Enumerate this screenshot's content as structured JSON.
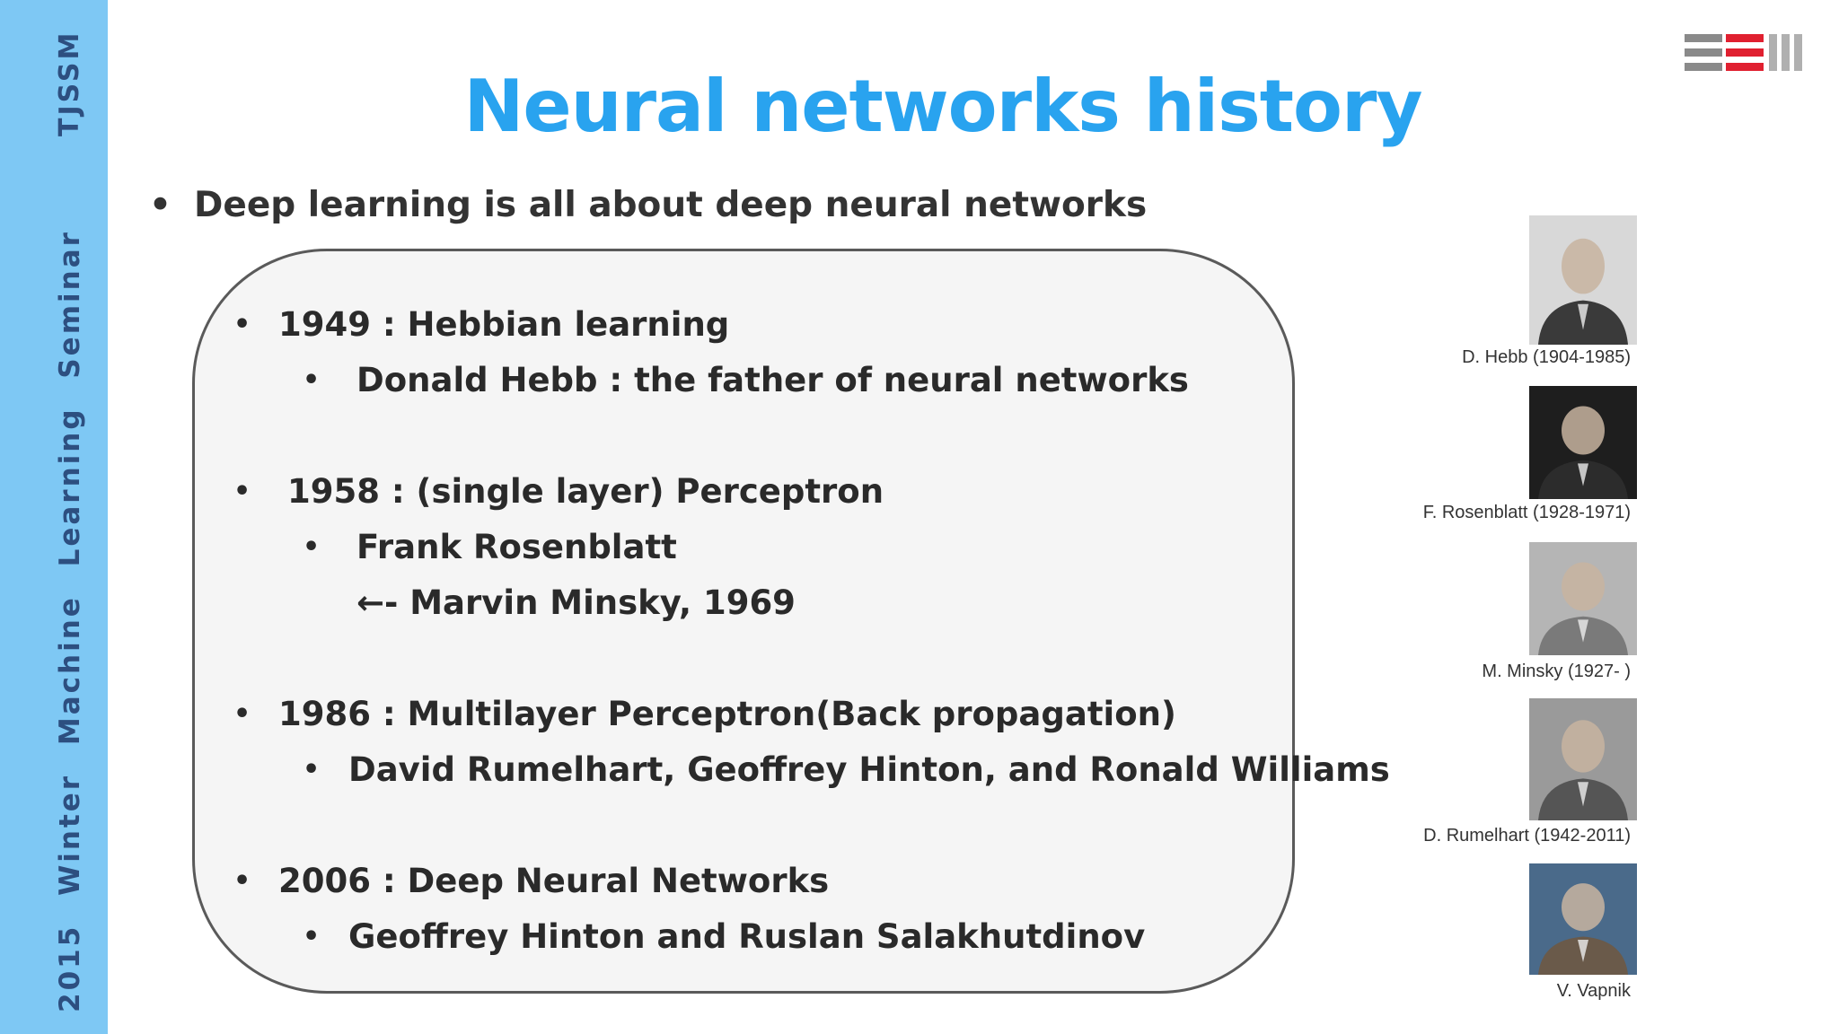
{
  "sidebar": {
    "brand": "TJSSM",
    "seminar": "2015 Winter Machine Learning Seminar"
  },
  "logo": {
    "icon": "seminar-logo-icon",
    "colors": [
      "#8a8a8a",
      "#e02030",
      "#b0b0b0"
    ]
  },
  "slide": {
    "title": "Neural networks history",
    "main_bullet": "Deep learning is all about deep neural networks",
    "timeline": [
      {
        "text": "1949 : Hebbian learning",
        "level": 1
      },
      {
        "text": "Donald Hebb : the father of neural networks",
        "level": 2
      },
      {
        "text": "1958 : (single layer) Perceptron",
        "level": 1
      },
      {
        "text": "Frank Rosenblatt",
        "level": 2
      },
      {
        "text": "←- Marvin Minsky, 1969",
        "level": 3
      },
      {
        "text": "1986 : Multilayer Perceptron(Back propagation)",
        "level": 1
      },
      {
        "text": "David Rumelhart, Geoffrey Hinton, and Ronald Williams",
        "level": 2
      },
      {
        "text": "2006 : Deep Neural Networks",
        "level": 1
      },
      {
        "text": "Geoffrey Hinton and Ruslan Salakhutdinov",
        "level": 2
      }
    ],
    "bullet_glyph": "•"
  },
  "portraits": [
    {
      "caption": "D. Hebb (1904-1985)"
    },
    {
      "caption": "F. Rosenblatt (1928-1971)"
    },
    {
      "caption": "M. Minsky (1927- )"
    },
    {
      "caption": "D. Rumelhart (1942-2011)"
    },
    {
      "caption": "V. Vapnik"
    }
  ],
  "colors": {
    "sidebar": "#7ec8f4",
    "title": "#29a3ef",
    "text": "#2a2a2a"
  }
}
